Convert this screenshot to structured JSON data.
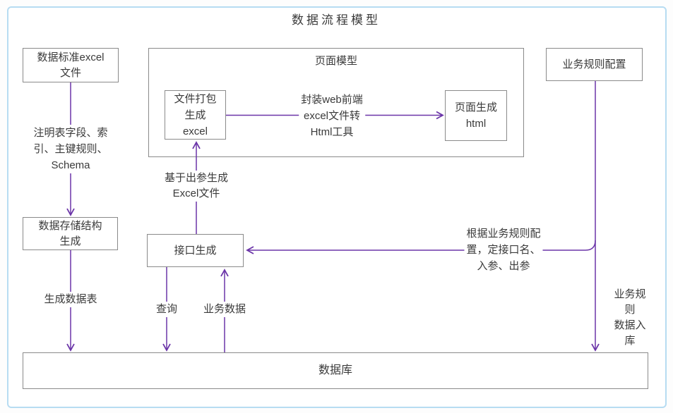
{
  "colors": {
    "arrow": "#6b35a8",
    "box_border": "#8a8a8a",
    "text": "#3a3a3a",
    "frame_border": "#b7dcf2",
    "canvas_bg": "#ffffff"
  },
  "diagram": {
    "title": "数据流程模型",
    "nodes": {
      "data_standard": "数据标准excel\n文件",
      "page_model": "页面模型",
      "file_package": "文件打包\n生成\nexcel",
      "page_gen": "页面生成\nhtml",
      "business_rule": "业务规则配置",
      "data_storage": "数据存储结构\n生成",
      "api_gen": "接口生成",
      "database": "数据库"
    },
    "labels": {
      "note_fields": "注明表字段、索\n引、主键规则、\nSchema",
      "package_tool": "封装web前端\nexcel文件转\nHtml工具",
      "gen_table": "生成数据表",
      "excel_from_output": "基于出参生成\nExcel文件",
      "query": "查询",
      "business_data": "业务数据",
      "rule_config": "根据业务规则配\n置，定接口名、\n入参、出参",
      "rule_into_db": "业务规则\n数据入库"
    }
  }
}
